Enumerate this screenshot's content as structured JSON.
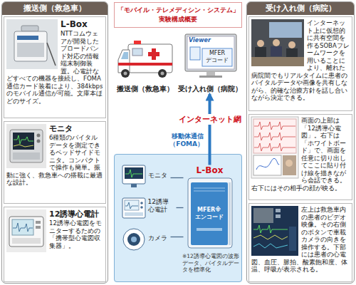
{
  "diagram": {
    "title": "「モバイル・テレメディシン・システム」実験構成概要",
    "nodes": [
      {
        "text": [
          "搬送側（救急車）"
        ]
      },
      {
        "text": [
          "L-Box",
          "NTTコムウェアが開発したブロードバンド対応の情報端末制御装置。心電計などすべての機器を接続し、FOMA通信カード装着により、384kbpsのモバイル通信が可能。文庫本ほどのサイズ。"
        ],
        "in": 0
      },
      {
        "text": [
          "モニタ",
          "6種類のバイタルデータを測定できるベッドサイドモニタ。コンパクトで操作も簡単。振動に強く、救急車への搭載に最適な設計。"
        ],
        "in": 0
      },
      {
        "text": [
          "12誘導心電計",
          "12誘導心電図をモニターするための「携帯型心電図収集器」。"
        ],
        "in": 0
      },
      {
        "text": [
          "搬送側（救急車）"
        ]
      },
      {
        "text": [
          "Viewer",
          "MFER デコード",
          "受け入れ側（病院）"
        ]
      },
      {
        "text": [
          "※12誘導心電図の波形データ、バイタルデータを標準化"
        ]
      },
      {
        "text": [
          "モニタ"
        ],
        "in": 6
      },
      {
        "text": [
          "12誘導心電計"
        ],
        "in": 6
      },
      {
        "text": [
          "カメラ"
        ],
        "in": 6
      },
      {
        "text": [
          "L-Box",
          "MFER※ エンコード"
        ],
        "in": 6
      },
      {
        "text": [
          "受け入れ側（病院）"
        ]
      },
      {
        "text": [
          "インターネット上に仮想的に共有空間を作るSOBAフレームワークを用いることにより、離れた病院間でもリアルタイムに患者のバイタルデータや画像を共有しながら、的確な治療方針を話し合いながら決定できる。"
        ],
        "in": 11
      },
      {
        "text": [
          "画面の上部は「12誘導心電図」。右下は「ホワイトボード」で、画面を任意に切り出してここに貼り付け線を描きながら会話できる。右下にはその相手の顔が映る。"
        ],
        "in": 11
      },
      {
        "text": [
          "左上は救急車内の患者のビデオ映像。その右側のボタンで車載カメラの向きを操作する。下部には患者の心電図、血圧、脈拍、酸素飽和度、体温、呼吸が表示される。"
        ],
        "in": 11
      }
    ],
    "edges": [
      {
        "from": 10,
        "to": 5,
        "arrow": "to",
        "label": "移動体通信 （FOMA）"
      },
      {
        "from": 7,
        "to": 10,
        "arrow": "none"
      },
      {
        "from": 8,
        "to": 10,
        "arrow": "none"
      },
      {
        "from": 9,
        "to": 10,
        "arrow": "none"
      }
    ],
    "labels": [
      "インターネット網"
    ]
  }
}
